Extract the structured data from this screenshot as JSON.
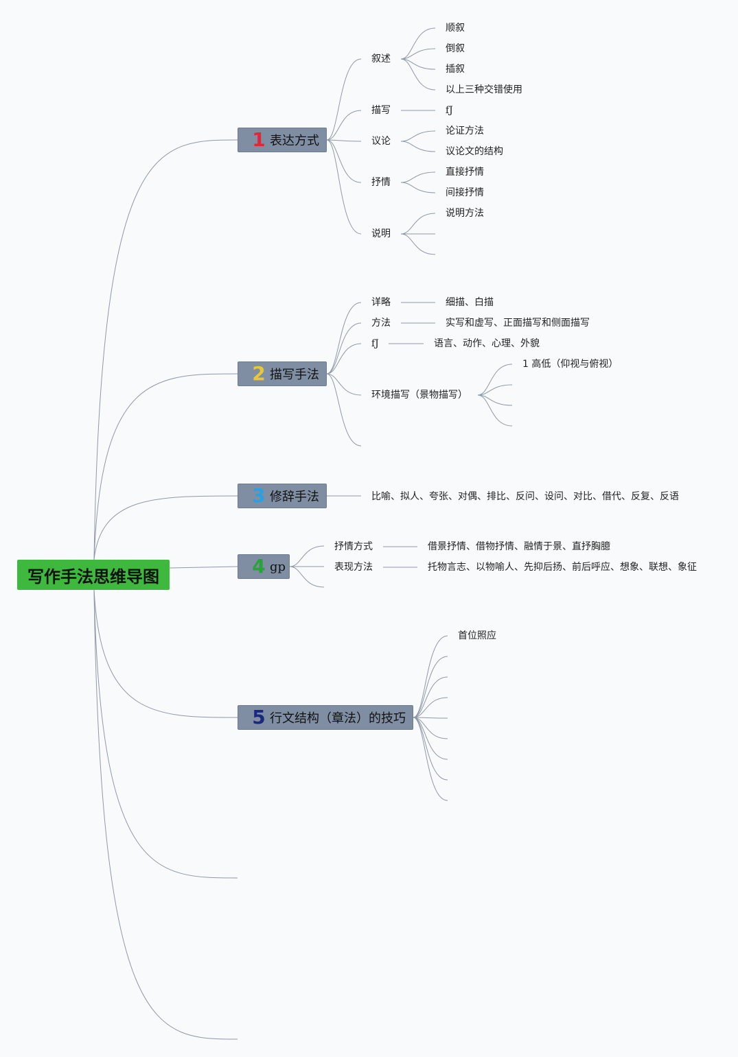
{
  "root": {
    "label": "写作手法思维导图"
  },
  "branches": [
    {
      "num": "1",
      "num_color": "#e2263a",
      "label": "表达方式",
      "children": [
        {
          "label": "叙述",
          "children": [
            "顺叙",
            "倒叙",
            "插叙",
            "以上三种交错使用"
          ]
        },
        {
          "label": "描写",
          "children": [
            "fJ"
          ]
        },
        {
          "label": "议论",
          "children": [
            "论证方法",
            "议论文的结构"
          ]
        },
        {
          "label": "抒情",
          "children": [
            "直接抒情",
            "间接抒情"
          ]
        },
        {
          "label": "说明",
          "children": [
            "说明方法"
          ]
        }
      ]
    },
    {
      "num": "2",
      "num_color": "#e8c83a",
      "label": "描写手法",
      "children": [
        {
          "label": "详略",
          "children": [
            "细描、白描"
          ]
        },
        {
          "label": "方法",
          "children": [
            "实写和虚写、正面描写和侧面描写"
          ]
        },
        {
          "label": "fJ",
          "children": [
            "语言、动作、心理、外貌"
          ]
        },
        {
          "label": "环境描写（景物描写）",
          "children": [
            "1 高低（仰视与俯视）"
          ]
        }
      ]
    },
    {
      "num": "3",
      "num_color": "#2aa0dd",
      "label": "修辞手法",
      "children": [
        {
          "label": "比喻、拟人、夸张、对偶、排比、反问、设问、对比、借代、反复、反语"
        }
      ]
    },
    {
      "num": "4",
      "num_color": "#2aa23a",
      "label": "gp",
      "children": [
        {
          "label": "抒情方式",
          "children": [
            "借景抒情、借物抒情、融情于景、直抒胸臆"
          ]
        },
        {
          "label": "表现方法",
          "children": [
            "托物言志、以物喻人、先抑后扬、前后呼应、想象、联想、象征"
          ]
        }
      ]
    },
    {
      "num": "5",
      "num_color": "#1a2a7a",
      "label": "行文结构（章法）的技巧",
      "children": [
        {
          "label": "首位照应"
        }
      ]
    }
  ]
}
